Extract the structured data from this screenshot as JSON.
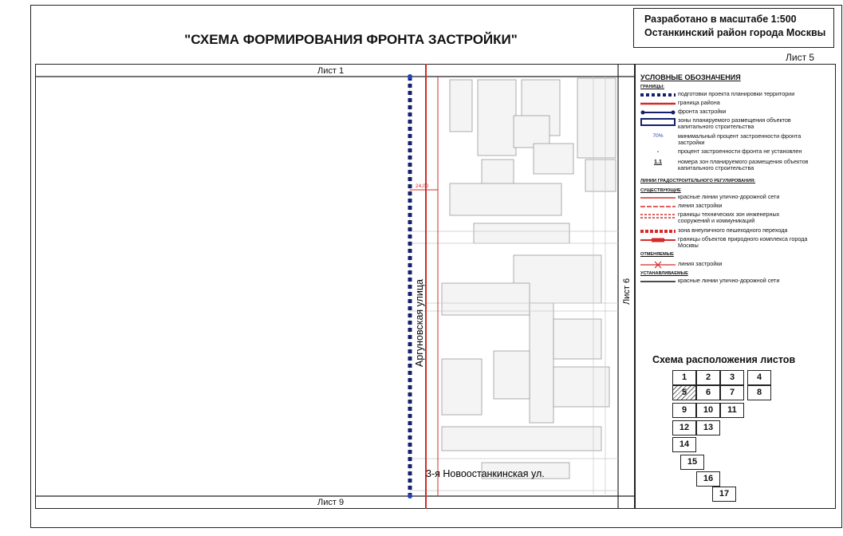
{
  "title": "\"СХЕМА ФОРМИРОВАНИЯ ФРОНТА ЗАСТРОЙКИ\"",
  "stamp": {
    "line1": "Разработано в масштабе 1:500",
    "line2": "Останкинский район города Москвы",
    "sheet": "Лист 5"
  },
  "sheet_labels": {
    "top": "Лист 1",
    "bottom": "Лист 9",
    "right": "Лист 6"
  },
  "map": {
    "street_vertical": "Аргуновская улица",
    "street_horizontal": "3-я Новоостанкинская ул.",
    "dimension": "24,00"
  },
  "legend": {
    "title": "УСЛОВНЫЕ ОБОЗНАЧЕНИЯ",
    "section_borders": "ГРАНИЦЫ:",
    "items_borders": [
      "подготовки проекта планировки территории",
      "граница района",
      "фронта застройки",
      "зоны планируемого размещения объектов капитального строительства",
      "минимальный процент застроенности фронта застройки",
      "процент застроенности фронта не установлен",
      "номера зон планируемого размещения объектов капитального строительства"
    ],
    "percent_sample": "70%",
    "dash_sample": "-",
    "zone_sample": "1.1",
    "section_reg": "ЛИНИИ ГРАДОСТРОИТЕЛЬНОГО РЕГУЛИРОВАНИЯ:",
    "section_existing": "СУЩЕСТВУЮЩИЕ",
    "items_existing": [
      "красные линии улично-дорожной сети",
      "линия застройки",
      "границы технических зон инженерных сооружений и коммуникаций",
      "зона внеуличного пешеходного перехода",
      "границы объектов природного комплекса города Москвы"
    ],
    "section_cancel": "ОТМЕНЯЕМЫЕ",
    "items_cancel": [
      "линия застройки"
    ],
    "section_set": "УСТАНАВЛИВАЕМЫЕ",
    "items_set": [
      "красные линии улично-дорожной сети"
    ]
  },
  "sheet_grid": {
    "title": "Схема расположения листов",
    "cells": [
      "1",
      "2",
      "3",
      "4",
      "5",
      "6",
      "7",
      "8",
      "9",
      "10",
      "11",
      "12",
      "13",
      "14",
      "15",
      "16",
      "17"
    ],
    "highlight": "5"
  },
  "colors": {
    "red": "#d42a2a",
    "navy": "#14206b",
    "blue": "#2040c0",
    "line": "#222222",
    "paper": "#ffffff"
  }
}
